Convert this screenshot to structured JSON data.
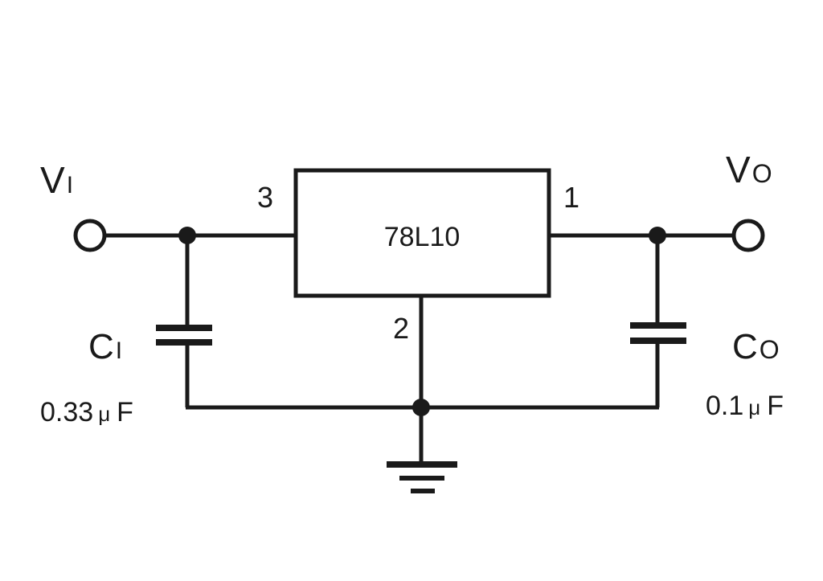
{
  "diagram": {
    "ic_label": "78L10",
    "pins": {
      "input": "3",
      "output": "1",
      "ground": "2"
    },
    "input": {
      "symbol": "V",
      "subscript": "I"
    },
    "output": {
      "symbol": "V",
      "subscript": "O"
    },
    "input_capacitor": {
      "symbol": "C",
      "subscript": "I",
      "value_num": "0.33",
      "value_unit_prefix": "μ",
      "value_unit": "F"
    },
    "output_capacitor": {
      "symbol": "C",
      "subscript": "O",
      "value_num": "0.1",
      "value_unit_prefix": "μ",
      "value_unit": "F"
    }
  },
  "colors": {
    "line": "#1a1a1a",
    "background": "#ffffff"
  }
}
